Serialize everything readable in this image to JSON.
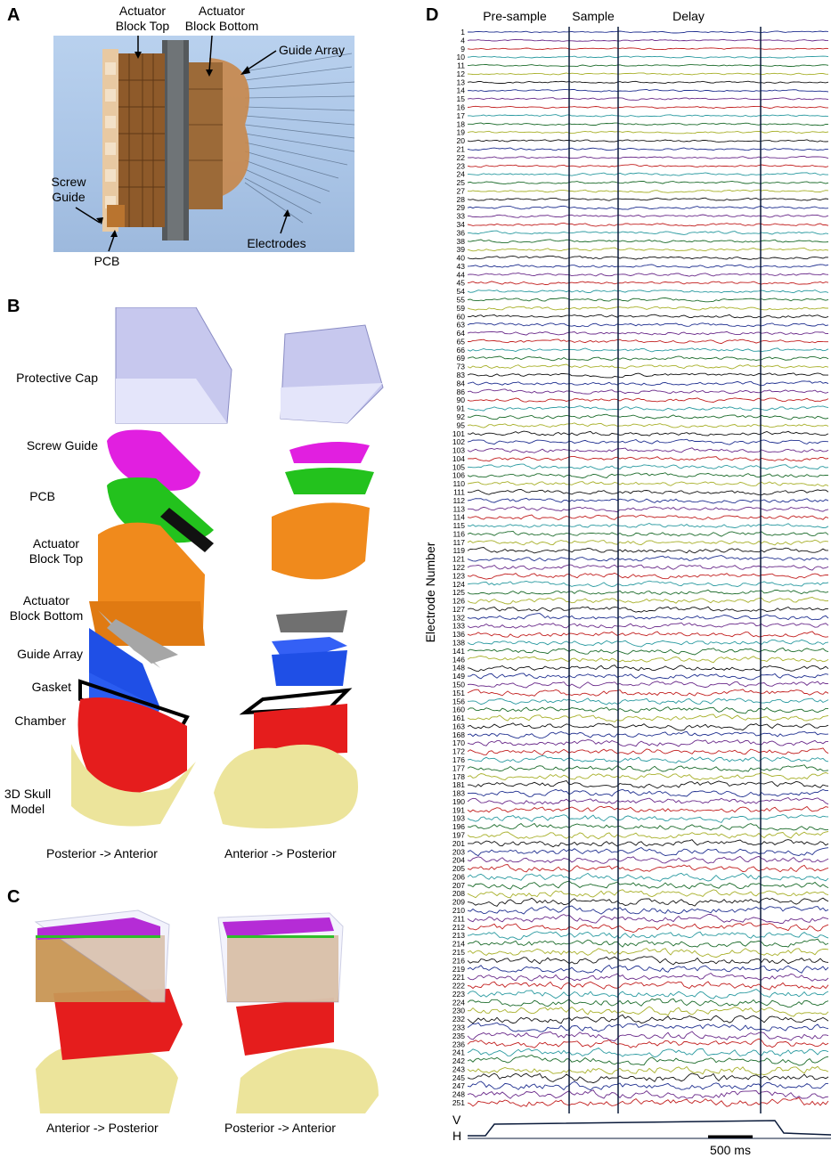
{
  "panels": {
    "A": {
      "letter": "A",
      "labels": {
        "actuator_top": "Actuator\nBlock Top",
        "actuator_bottom": "Actuator\nBlock Bottom",
        "guide_array": "Guide Array",
        "screw_guide": "Screw\nGuide",
        "pcb": "PCB",
        "electrodes": "Electrodes"
      }
    },
    "B": {
      "letter": "B",
      "parts": [
        "Protective Cap",
        "Screw Guide",
        "PCB",
        "Actuator\nBlock Top",
        "Actuator\nBlock Bottom",
        "Guide Array",
        "Gasket",
        "Chamber",
        "3D Skull\nModel"
      ],
      "caption_left": "Posterior -> Anterior",
      "caption_right": "Anterior -> Posterior"
    },
    "C": {
      "letter": "C",
      "caption_left": "Anterior -> Posterior",
      "caption_right": "Posterior -> Anterior"
    },
    "D": {
      "letter": "D",
      "epochs": [
        "Pre-sample",
        "Sample",
        "Delay"
      ],
      "ylabel": "Electrode Number",
      "channels": [
        "1",
        "4",
        "9",
        "10",
        "11",
        "12",
        "13",
        "14",
        "15",
        "16",
        "17",
        "18",
        "19",
        "20",
        "21",
        "22",
        "23",
        "24",
        "25",
        "27",
        "28",
        "29",
        "33",
        "34",
        "36",
        "38",
        "39",
        "40",
        "43",
        "44",
        "45",
        "54",
        "55",
        "59",
        "60",
        "63",
        "64",
        "65",
        "66",
        "69",
        "73",
        "83",
        "84",
        "86",
        "90",
        "91",
        "92",
        "95",
        "101",
        "102",
        "103",
        "104",
        "105",
        "106",
        "110",
        "111",
        "112",
        "113",
        "114",
        "115",
        "116",
        "117",
        "119",
        "121",
        "122",
        "123",
        "124",
        "125",
        "126",
        "127",
        "132",
        "133",
        "136",
        "138",
        "141",
        "146",
        "148",
        "149",
        "150",
        "151",
        "156",
        "160",
        "161",
        "163",
        "168",
        "170",
        "172",
        "176",
        "177",
        "178",
        "181",
        "183",
        "190",
        "191",
        "193",
        "196",
        "197",
        "201",
        "203",
        "204",
        "205",
        "206",
        "207",
        "208",
        "209",
        "210",
        "211",
        "212",
        "213",
        "214",
        "215",
        "216",
        "219",
        "221",
        "222",
        "223",
        "224",
        "230",
        "232",
        "233",
        "235",
        "236",
        "241",
        "242",
        "243",
        "245",
        "247",
        "248",
        "251"
      ],
      "trace_colors": [
        "#1f2f8f",
        "#6a2a8a",
        "#c21f1f",
        "#2a9aa0",
        "#1b6b2a",
        "#a8b02a",
        "#111111"
      ],
      "eye_channels": [
        "V",
        "H"
      ],
      "scalebar": "500 ms"
    }
  }
}
